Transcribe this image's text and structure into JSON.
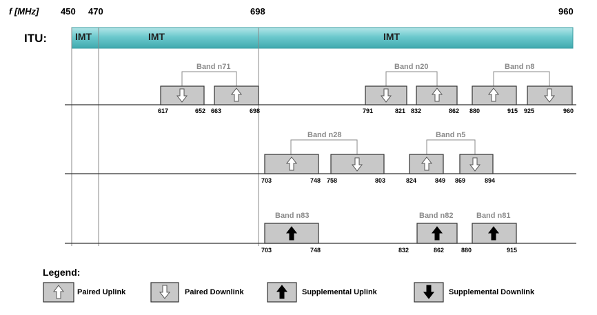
{
  "axis": {
    "title": "f [MHz]",
    "ticks": [
      "450",
      "470",
      "698",
      "960"
    ]
  },
  "itu": {
    "label": "ITU:",
    "segments": [
      {
        "label": "IMT",
        "from": 450,
        "to": 470
      },
      {
        "label": "IMT",
        "from": 470,
        "to": 698
      },
      {
        "label": "IMT",
        "from": 698,
        "to": 960
      }
    ],
    "bar_color": "#5fc3c8"
  },
  "colors": {
    "block_fill": "#c8c8c8",
    "block_stroke": "#333333",
    "band_name": "#8a8a8a"
  },
  "rows": [
    {
      "bands": [
        {
          "name": "Band n71",
          "blocks": [
            {
              "kind": "paired-downlink",
              "from": "617",
              "to": "652"
            },
            {
              "kind": "paired-uplink",
              "from": "663",
              "to": "698"
            }
          ]
        },
        {
          "name": "Band n20",
          "blocks": [
            {
              "kind": "paired-downlink",
              "from": "791",
              "to": "821"
            },
            {
              "kind": "paired-uplink",
              "from": "832",
              "to": "862"
            }
          ]
        },
        {
          "name": "Band n8",
          "blocks": [
            {
              "kind": "paired-uplink",
              "from": "880",
              "to": "915"
            },
            {
              "kind": "paired-downlink",
              "from": "925",
              "to": "960"
            }
          ]
        }
      ]
    },
    {
      "bands": [
        {
          "name": "Band n28",
          "blocks": [
            {
              "kind": "paired-uplink",
              "from": "703",
              "to": "748"
            },
            {
              "kind": "paired-downlink",
              "from": "758",
              "to": "803"
            }
          ]
        },
        {
          "name": "Band n5",
          "blocks": [
            {
              "kind": "paired-uplink",
              "from": "824",
              "to": "849"
            },
            {
              "kind": "paired-downlink",
              "from": "869",
              "to": "894"
            }
          ]
        }
      ]
    },
    {
      "bands": [
        {
          "name": "Band n83",
          "blocks": [
            {
              "kind": "supplemental-uplink",
              "from": "703",
              "to": "748"
            }
          ]
        },
        {
          "name": "Band n82",
          "blocks": [
            {
              "kind": "supplemental-uplink",
              "from": "832",
              "to": "862"
            }
          ]
        },
        {
          "name": "Band n81",
          "blocks": [
            {
              "kind": "supplemental-uplink",
              "from": "880",
              "to": "915"
            }
          ]
        }
      ]
    }
  ],
  "legend": {
    "title": "Legend:",
    "items": [
      {
        "kind": "paired-uplink",
        "label": "Paired Uplink"
      },
      {
        "kind": "paired-downlink",
        "label": "Paired Downlink"
      },
      {
        "kind": "supplemental-uplink",
        "label": "Supplemental Uplink"
      },
      {
        "kind": "supplemental-downlink",
        "label": "Supplemental Downlink"
      }
    ]
  }
}
